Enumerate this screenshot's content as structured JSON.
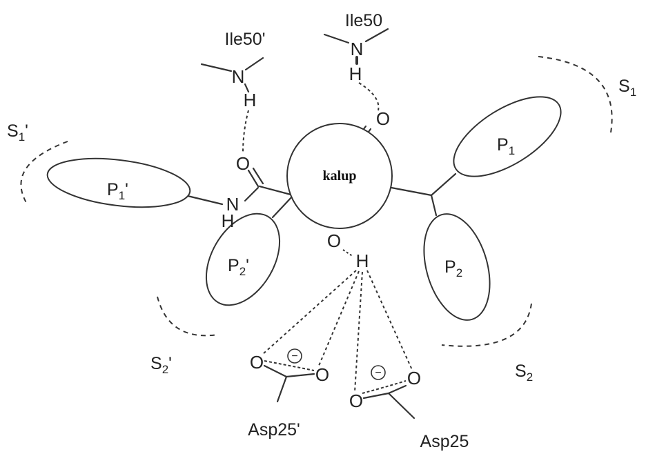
{
  "core": {
    "label": "kalup"
  },
  "groups": {
    "P1": "P",
    "P1_sub": "1",
    "P2": "P",
    "P2_sub": "2",
    "P1p": "P",
    "P1p_sub": "1",
    "P1p_prime": "'",
    "P2p": "P",
    "P2p_sub": "2",
    "P2p_prime": "'"
  },
  "pockets": {
    "S1": "S",
    "S1_sub": "1",
    "S2": "S",
    "S2_sub": "2",
    "S1p": "S",
    "S1p_sub": "1",
    "S1p_prime": "'",
    "S2p": "S",
    "S2p_sub": "2",
    "S2p_prime": "'"
  },
  "residues": {
    "ile50": "Ile50",
    "ile50p": "Ile50'",
    "asp25": "Asp25",
    "asp25p": "Asp25'"
  },
  "atoms": {
    "N": "N",
    "H": "H",
    "O": "O",
    "charge": "−"
  }
}
